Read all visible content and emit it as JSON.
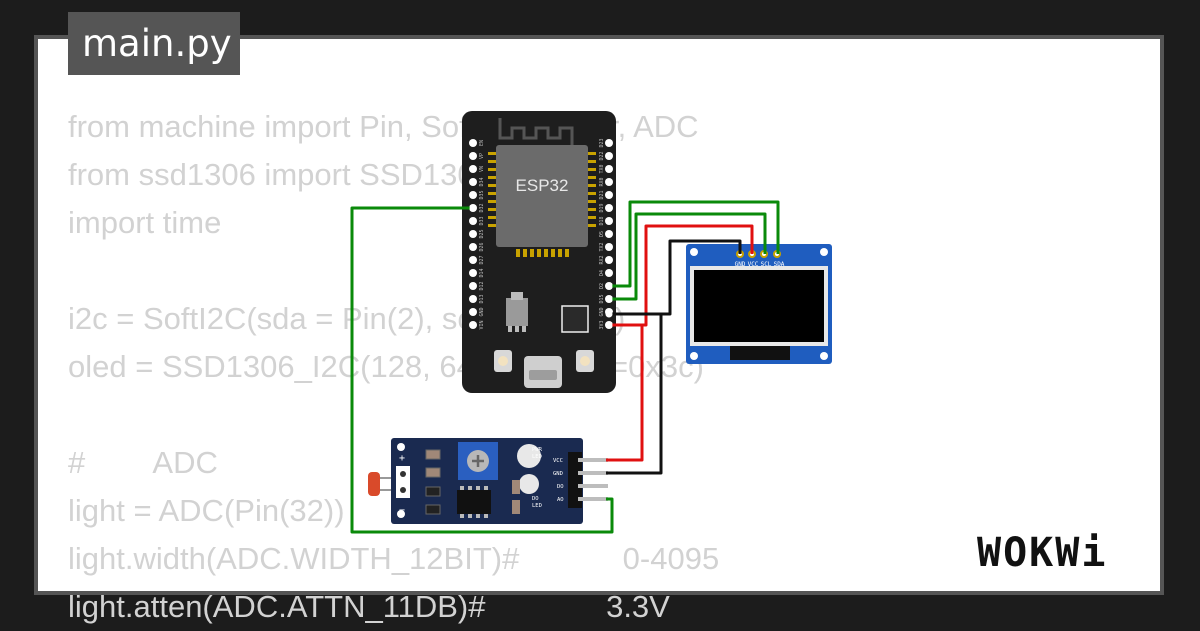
{
  "editor": {
    "tab_label": "main.py",
    "code": "from machine import Pin, SoftI2C, Timer, ADC\nfrom ssd1306 import SSD1306_I2C\nimport time\n\ni2c = SoftI2C(sda = Pin(2), scl = Pin(15))\noled = SSD1306_I2C(128, 64, i2c, addr=0x3c)\n\n#        ADC\nlight = ADC(Pin(32))\nlight.width(ADC.WIDTH_12BIT)#            0-4095\nlight.atten(ADC.ATTN_11DB)#              3.3V"
  },
  "esp32": {
    "chip_label": "ESP32",
    "left_pins": [
      "EN",
      "VP",
      "VN",
      "D34",
      "D35",
      "D32",
      "D33",
      "D25",
      "D26",
      "D27",
      "D14",
      "D12",
      "D13",
      "GND",
      "VIN"
    ],
    "right_pins": [
      "D23",
      "D22",
      "TX0",
      "RX0",
      "D21",
      "D19",
      "D18",
      "D5",
      "TX2",
      "RX2",
      "D4",
      "D2",
      "D15",
      "GND",
      "3V3"
    ]
  },
  "oled": {
    "pin_labels": [
      "GND",
      "VCC",
      "SCL",
      "SDA"
    ]
  },
  "ldr_module": {
    "pin_labels": [
      "VCC",
      "GND",
      "DO",
      "AO"
    ],
    "power_led_label": [
      "PWR",
      "LED"
    ],
    "do_led_label": [
      "DO",
      "LED"
    ],
    "plus_label": "+",
    "minus_label": "−"
  },
  "brand": {
    "logo_text": "WOKWi"
  },
  "colors": {
    "background": "#1c1c1c",
    "frame_border": "#555555",
    "code_text": "#d2d2d2",
    "wire_green": "#0a8a0a",
    "wire_red": "#e01010",
    "wire_black": "#111111",
    "board_black": "#1e1e1e",
    "chip_gray": "#6b6b6b",
    "oled_blue": "#1f5dbf",
    "module_navy": "#1a2a50"
  }
}
